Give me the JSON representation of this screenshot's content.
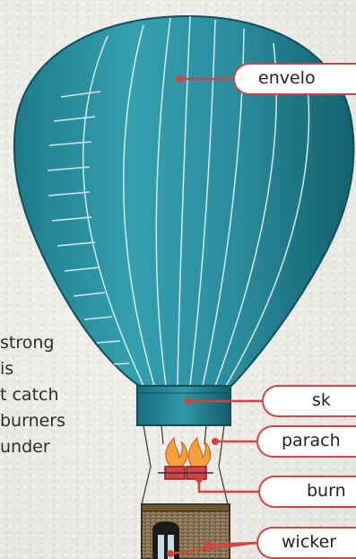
{
  "description_lines": [
    "strong",
    "is",
    "t catch",
    "burners",
    "under"
  ],
  "labels": {
    "envelope": "envelo",
    "skirt": "sk",
    "parachute": "parach",
    "burners": "burn",
    "wicker": "wicker"
  },
  "colors": {
    "envelope": "#2b8fa0",
    "envelope_dark": "#14616e",
    "label_border": "#d2443e",
    "leader": "#d2443e",
    "flame": "#f2a13a",
    "basket": "#a98f6b"
  }
}
